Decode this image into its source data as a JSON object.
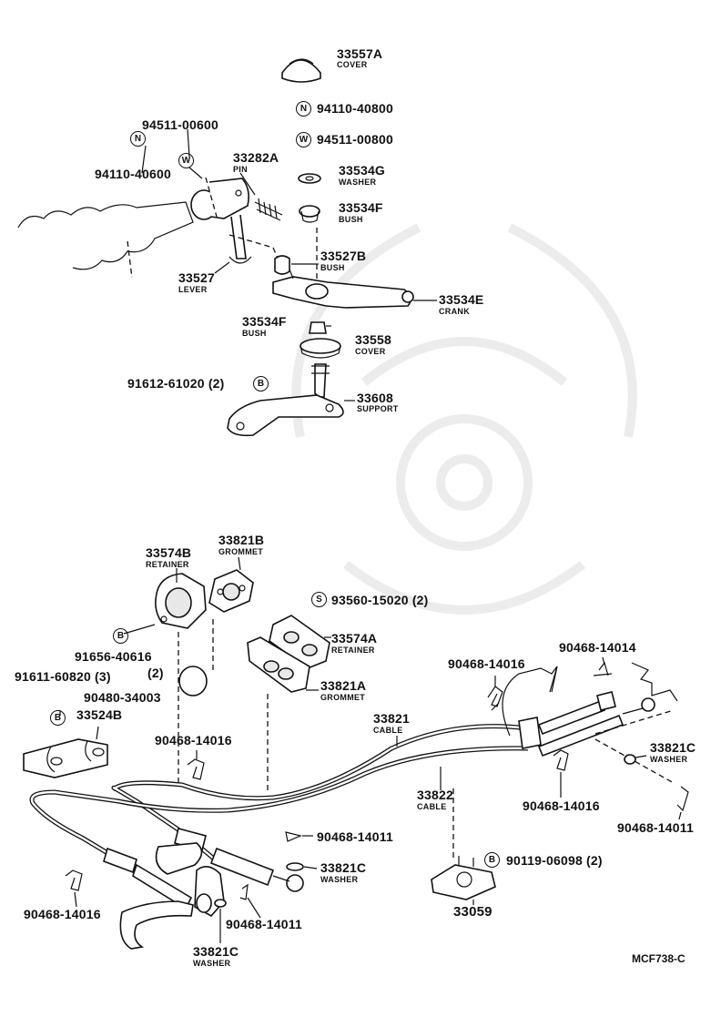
{
  "symbols": {
    "n": "N",
    "w": "W",
    "b": "B",
    "s": "S"
  },
  "parts": {
    "p33557A": {
      "number": "33557A",
      "name": "COVER"
    },
    "p94110_40800": {
      "number": "94110-40800"
    },
    "p94511_00800": {
      "number": "94511-00800"
    },
    "p94511_00600": {
      "number": "94511-00600"
    },
    "p94110_40600": {
      "number": "94110-40600"
    },
    "p33282A": {
      "number": "33282A",
      "name": "PIN"
    },
    "p33534G": {
      "number": "33534G",
      "name": "WASHER"
    },
    "p33534F_top": {
      "number": "33534F",
      "name": "BUSH"
    },
    "p33527B": {
      "number": "33527B",
      "name": "BUSH"
    },
    "p33527": {
      "number": "33527",
      "name": "LEVER"
    },
    "p33534E": {
      "number": "33534E",
      "name": "CRANK"
    },
    "p33534F_bottom": {
      "number": "33534F",
      "name": "BUSH"
    },
    "p33558": {
      "number": "33558",
      "name": "COVER"
    },
    "p91612_61020": {
      "number": "91612-61020 (2)"
    },
    "p33608": {
      "number": "33608",
      "name": "SUPPORT"
    },
    "p33574B": {
      "number": "33574B",
      "name": "RETAINER"
    },
    "p33821B": {
      "number": "33821B",
      "name": "GROMMET"
    },
    "p93560_15020": {
      "number": "93560-15020 (2)"
    },
    "p33574A": {
      "number": "33574A",
      "name": "RETAINER"
    },
    "p91656_40616": {
      "number": "91656-40616"
    },
    "p91656_qty": {
      "number": "(2)"
    },
    "p91611_60820": {
      "number": "91611-60820 (3)"
    },
    "p90480_34003": {
      "number": "90480-34003"
    },
    "p33821A": {
      "number": "33821A",
      "name": "GROMMET"
    },
    "p33524B": {
      "number": "33524B"
    },
    "p90468_14016_mid": {
      "number": "90468-14016"
    },
    "p90468_14016_right": {
      "number": "90468-14016"
    },
    "p90468_14014": {
      "number": "90468-14014"
    },
    "p33821": {
      "number": "33821",
      "name": "CABLE"
    },
    "p33821C_right": {
      "number": "33821C",
      "name": "WASHER"
    },
    "p33822": {
      "number": "33822",
      "name": "CABLE"
    },
    "p90468_14016_rlow": {
      "number": "90468-14016"
    },
    "p90468_14011_right": {
      "number": "90468-14011"
    },
    "p90468_14011_mid": {
      "number": "90468-14011"
    },
    "p33821C_mid": {
      "number": "33821C",
      "name": "WASHER"
    },
    "p90119_06098": {
      "number": "90119-06098 (2)"
    },
    "p33059": {
      "number": "33059"
    },
    "p90468_14016_left": {
      "number": "90468-14016"
    },
    "p90468_14011_low": {
      "number": "90468-14011"
    },
    "p33821C_low": {
      "number": "33821C",
      "name": "WASHER"
    }
  },
  "diagram_code": "MCF738-C"
}
